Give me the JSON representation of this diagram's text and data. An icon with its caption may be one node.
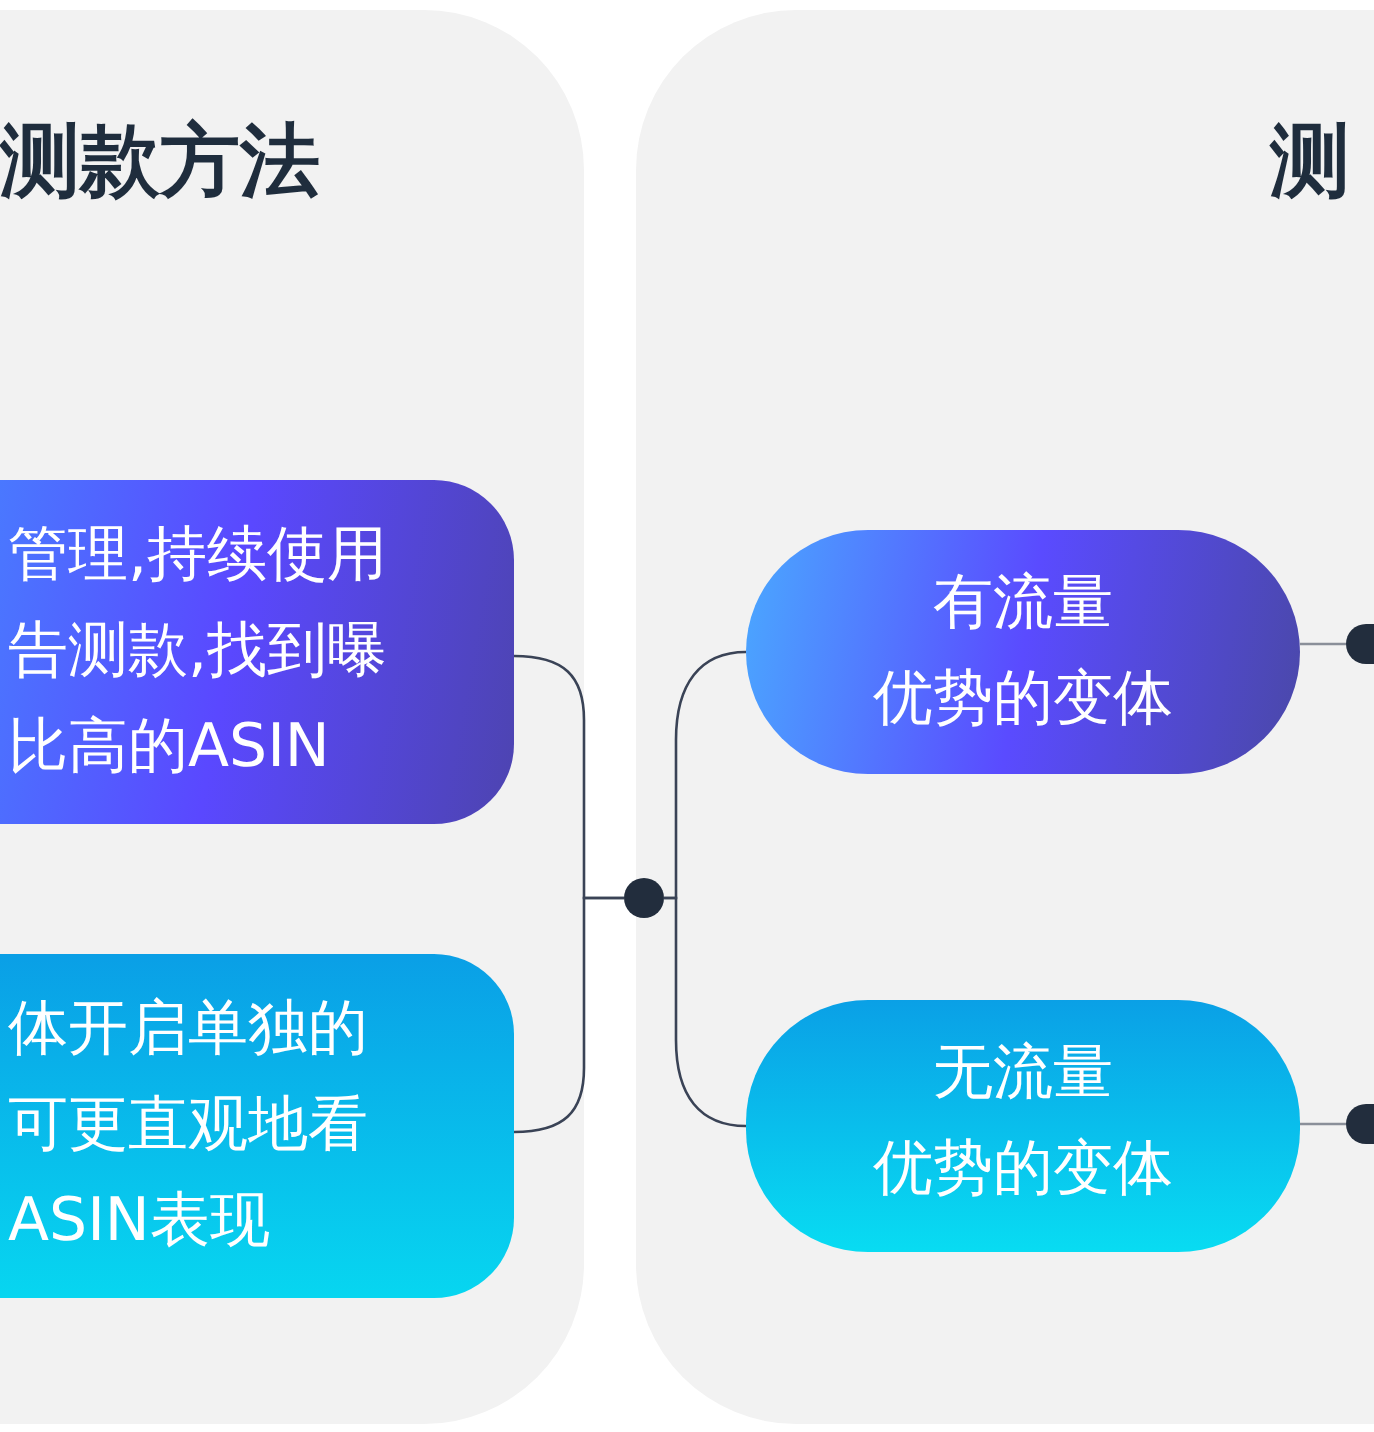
{
  "diagram": {
    "nodes": [
      {
        "text": [
          "测款方法"
        ]
      },
      {
        "text": [
          "管理,持续使用告测款,找到曝比高的ASIN"
        ],
        "in": 0
      },
      {
        "text": [
          "体开启单独的可更直观地看ASIN表现"
        ],
        "in": 0
      },
      {
        "text": [],
        "shape": "circle"
      },
      {
        "text": [
          "测"
        ]
      },
      {
        "text": [
          "有流量优势的变体"
        ],
        "in": 4
      },
      {
        "text": [
          "无流量优势的变体"
        ],
        "in": 4
      },
      {
        "text": [],
        "shape": "circle",
        "in": 4
      },
      {
        "text": [],
        "shape": "circle",
        "in": 4
      }
    ],
    "edges": [
      {
        "from": 1,
        "to": 3,
        "arrow": "none"
      },
      {
        "from": 2,
        "to": 3,
        "arrow": "none"
      },
      {
        "from": 3,
        "to": 5,
        "arrow": "none"
      },
      {
        "from": 3,
        "to": 6,
        "arrow": "none"
      },
      {
        "from": 5,
        "to": 7,
        "arrow": "none"
      },
      {
        "from": 6,
        "to": 8,
        "arrow": "none"
      }
    ]
  }
}
